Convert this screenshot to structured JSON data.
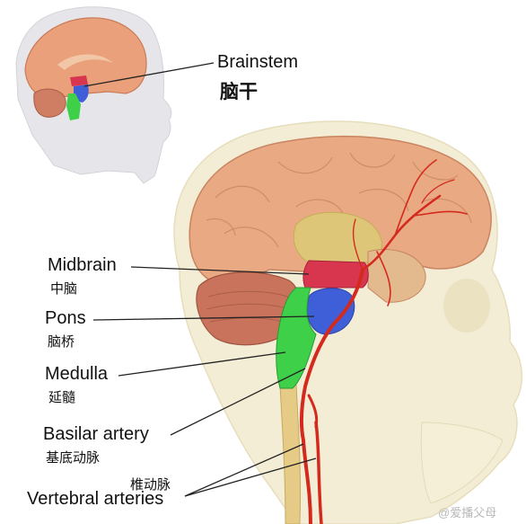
{
  "labels": {
    "brainstem_en": "Brainstem",
    "brainstem_zh": "脑干",
    "midbrain_en": "Midbrain",
    "midbrain_zh": "中脑",
    "pons_en": "Pons",
    "pons_zh": "脑桥",
    "medulla_en": "Medulla",
    "medulla_zh": "延髓",
    "basilar_en": "Basilar artery",
    "basilar_zh": "基底动脉",
    "vertebral_zh": "椎动脉",
    "vertebral_en": "Vertebral arteries"
  },
  "watermark": "@爱播父母",
  "colors": {
    "midbrain": "#d8364f",
    "pons": "#3f5fd9",
    "medulla": "#3fd04a",
    "artery": "#d42a1e",
    "brain": "#e9a982",
    "cerebellum": "#c9735c",
    "skull": "#efe8c9"
  }
}
